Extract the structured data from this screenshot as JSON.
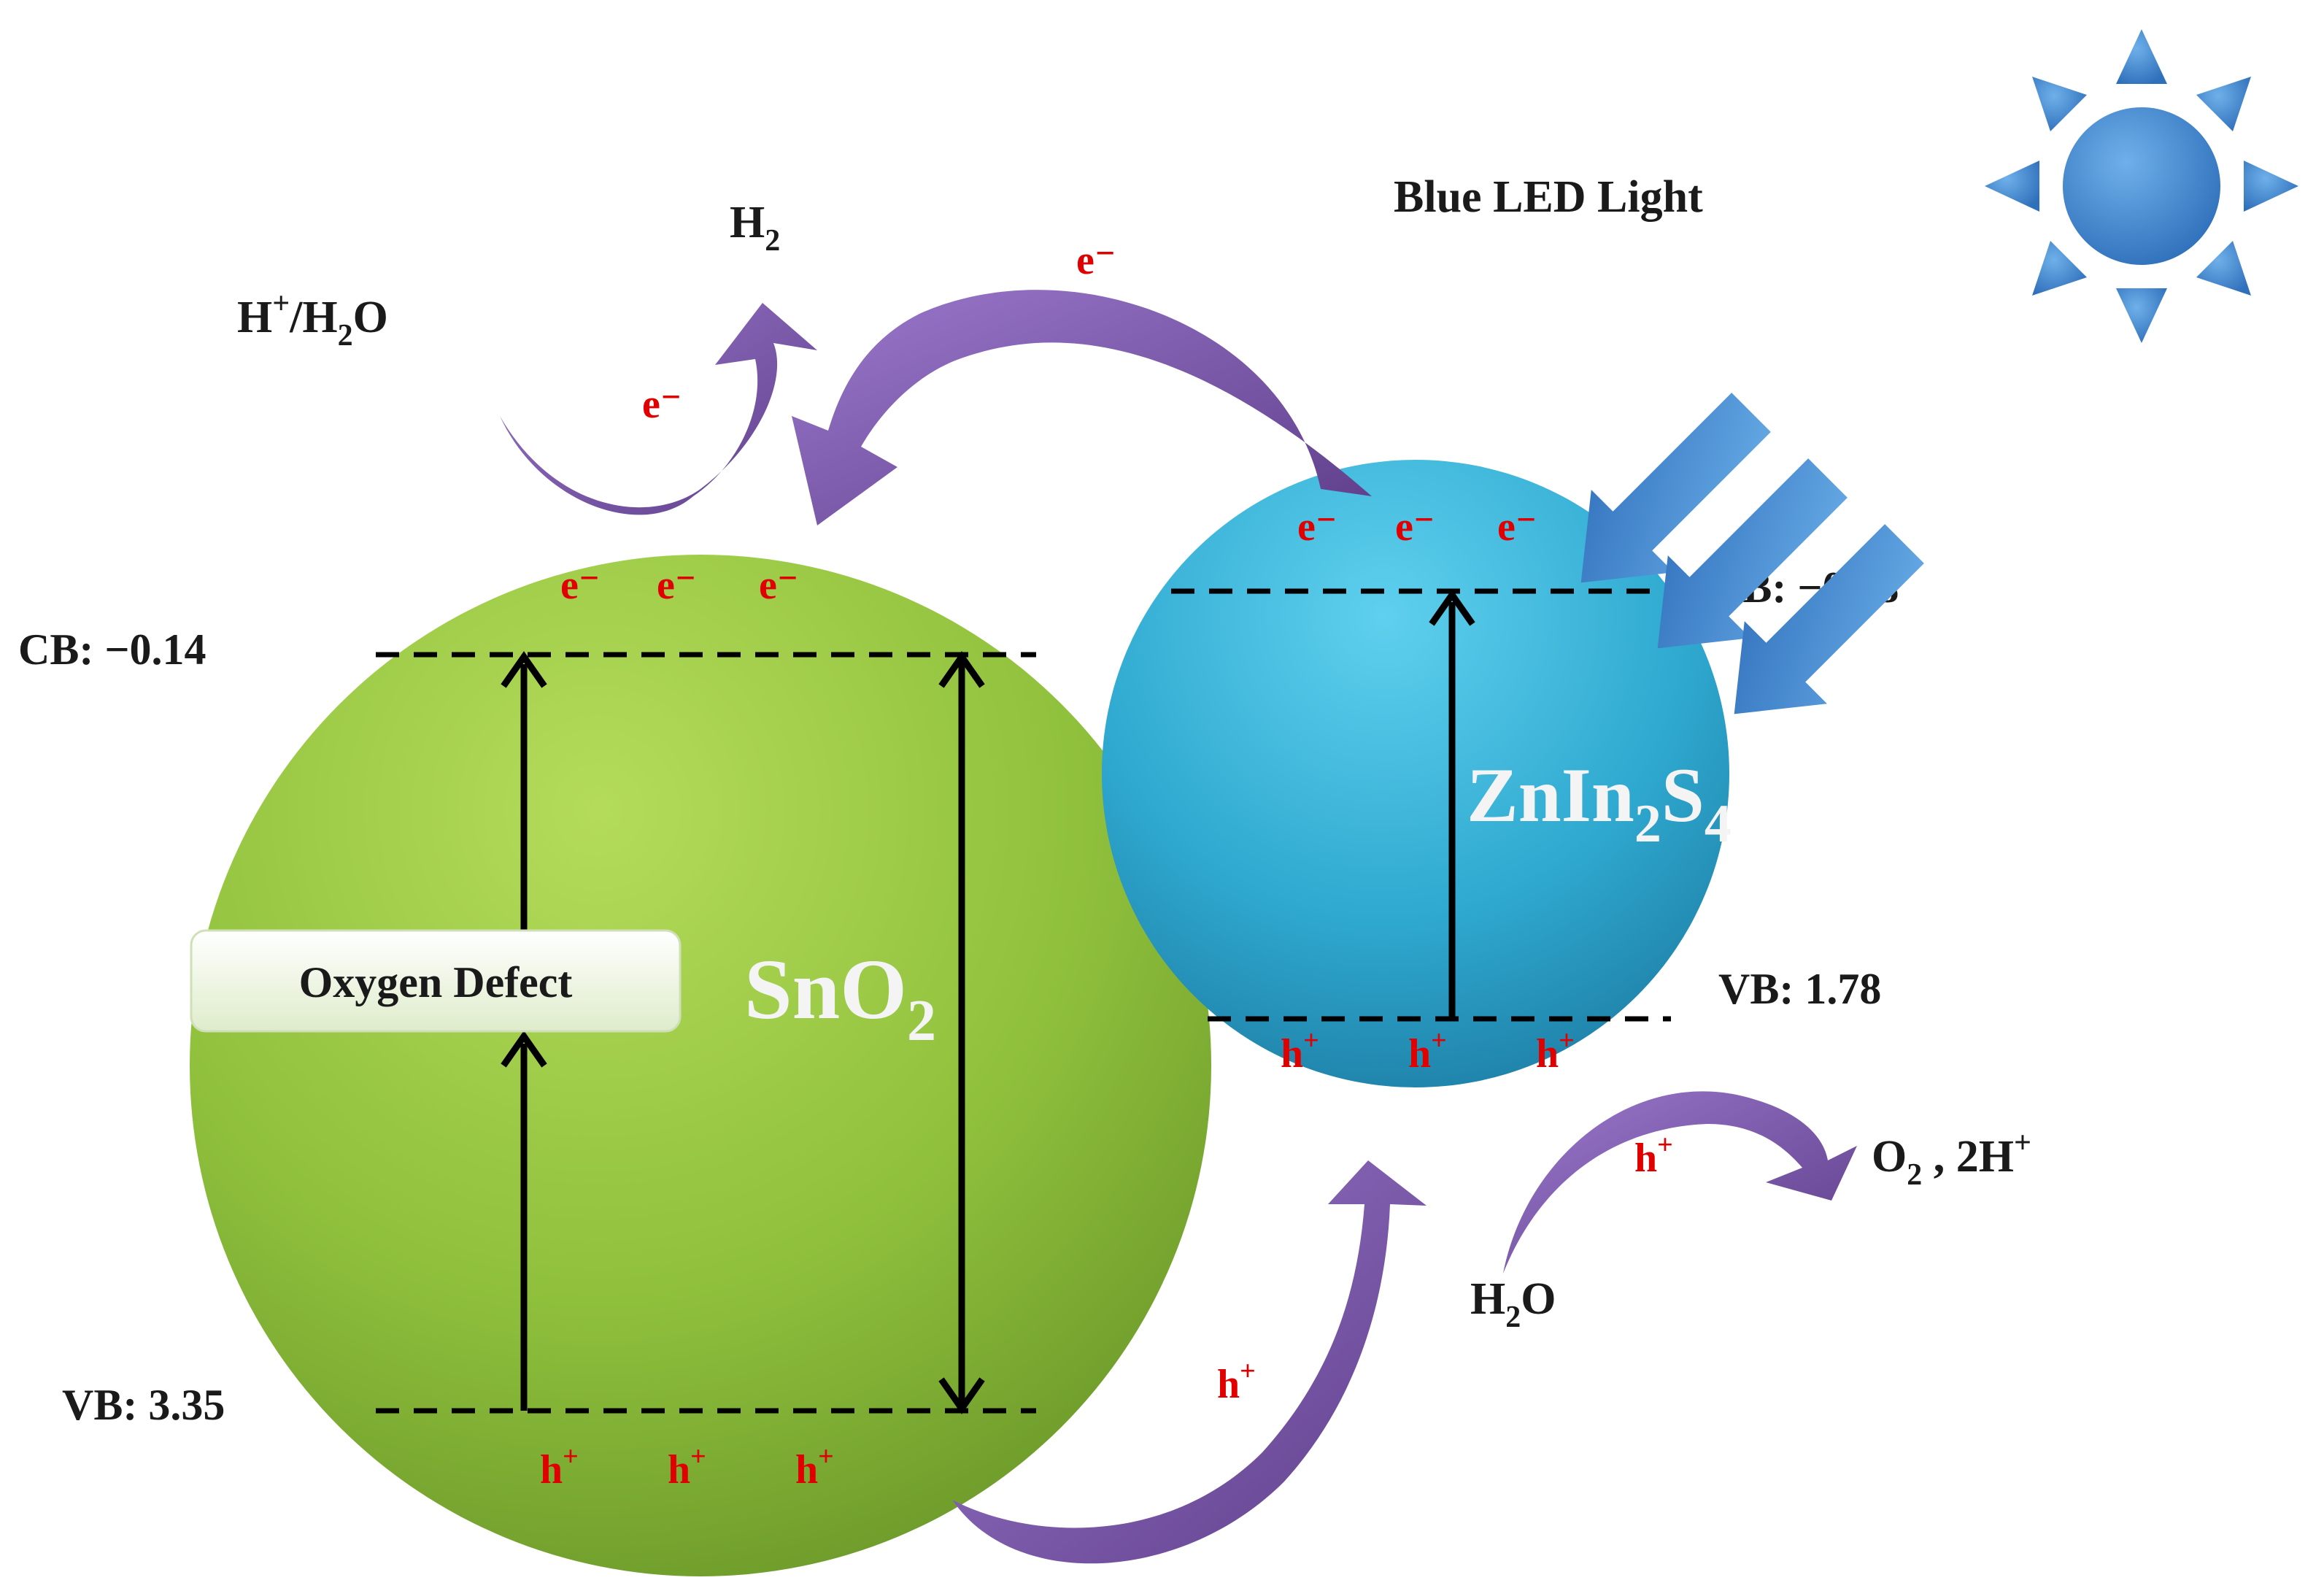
{
  "light_source": {
    "label": "Blue LED Light",
    "icon": "sun-icon",
    "color": "#3f86cf"
  },
  "sno2": {
    "name_main": "SnO",
    "name_sub": "2",
    "color": "#8cbf3a",
    "cb_label": "CB: −0.14",
    "vb_label": "VB: 3.35",
    "defect_label": "Oxygen Defect",
    "electron": "e⁻",
    "hole": "h",
    "hole_sup": "+"
  },
  "znin2s4": {
    "name_a": "ZnIn",
    "name_sub1": "2",
    "name_b": "S",
    "name_sub2": "4",
    "color": "#2ea9cf",
    "cb_label": "CB: −0.58",
    "vb_label": "VB: 1.78"
  },
  "reduction": {
    "reactant_a": "H",
    "reactant_sup": "+",
    "reactant_b": "/H",
    "reactant_sub": "2",
    "reactant_c": "O",
    "product_main": "H",
    "product_sub": "2"
  },
  "oxidation": {
    "reactant_main": "H",
    "reactant_sub": "2",
    "reactant_tail": "O",
    "product_a": "O",
    "product_sub": "2",
    "product_b": " , 2H",
    "product_sup": "+"
  },
  "carriers": {
    "electron": "e⁻",
    "hole": "h",
    "hole_sup": "+"
  },
  "arrow_color": "#7b55a8"
}
